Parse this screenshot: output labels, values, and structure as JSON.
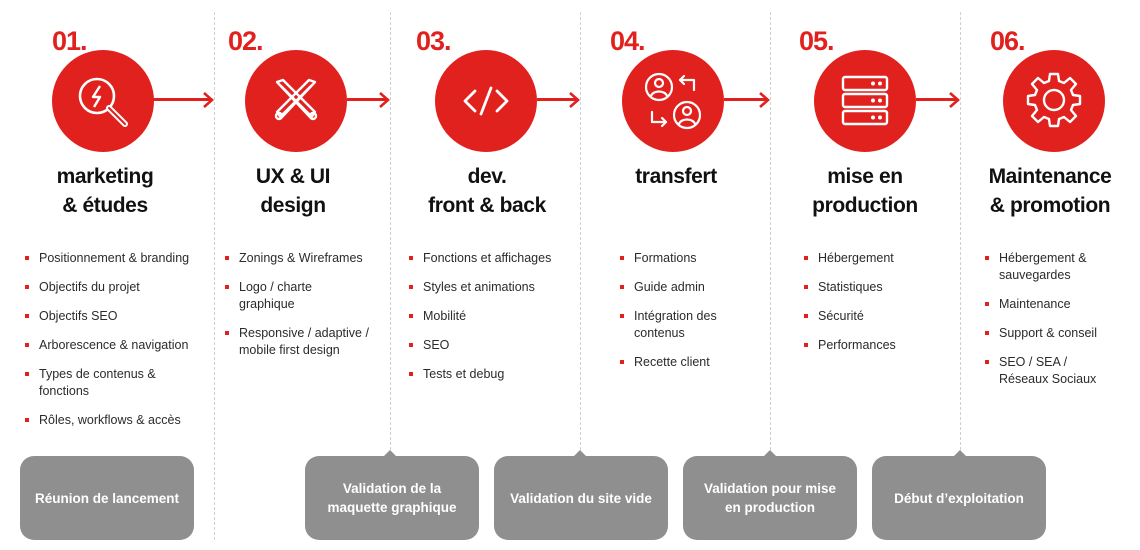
{
  "steps": [
    {
      "num": "01.",
      "icon": "lightning-magnifier-icon",
      "title": [
        "marketing",
        "& études"
      ],
      "items": [
        "Positionnement & branding",
        "Objectifs du projet",
        "Objectifs  SEO",
        "Arborescence & navigation",
        "Types de contenus & fonctions",
        "Rôles, workflows & accès"
      ]
    },
    {
      "num": "02.",
      "icon": "pen-tools-icon",
      "title": [
        "UX & UI",
        "design"
      ],
      "items": [
        "Zonings & Wireframes",
        "Logo / charte graphique",
        "Responsive / adaptive / mobile first design"
      ]
    },
    {
      "num": "03.",
      "icon": "code-icon",
      "title": [
        "dev.",
        "front & back"
      ],
      "items": [
        "Fonctions et affichages",
        "Styles et animations",
        "Mobilité",
        "SEO",
        "Tests et debug"
      ]
    },
    {
      "num": "04.",
      "icon": "user-transfer-icon",
      "title": [
        "transfert"
      ],
      "items": [
        "Formations",
        "Guide admin",
        "Intégration des contenus",
        "Recette client"
      ]
    },
    {
      "num": "05.",
      "icon": "server-icon",
      "title": [
        "mise en",
        "production"
      ],
      "items": [
        "Hébergement",
        "Statistiques",
        "Sécurité",
        "Performances"
      ]
    },
    {
      "num": "06.",
      "icon": "gear-icon",
      "title": [
        "Maintenance",
        "& promotion"
      ],
      "items": [
        "Hébergement & sauvegardes",
        "Maintenance",
        "Support & conseil",
        "SEO / SEA / Réseaux Sociaux"
      ]
    }
  ],
  "milestones": [
    "Réunion de lancement",
    "Validation de la maquette graphique",
    "Validation du site vide",
    "Validation pour mise en production",
    "Début d’exploitation"
  ],
  "colors": {
    "accent": "#e1211d",
    "milestone_bg": "#8f8f8f",
    "text": "#1a1a1a"
  }
}
